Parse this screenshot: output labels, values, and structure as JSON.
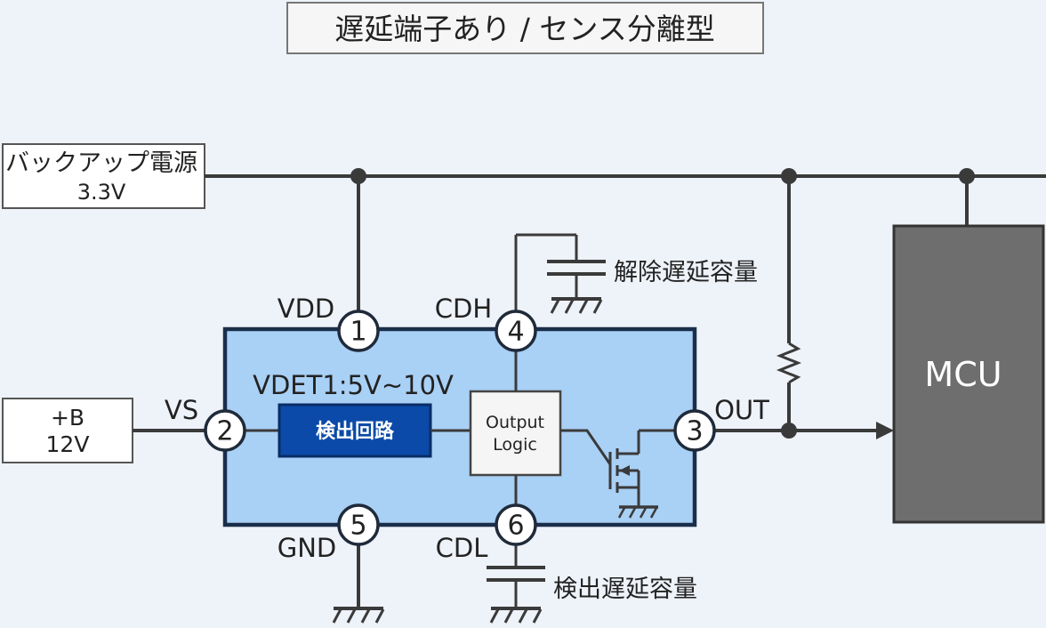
{
  "title": "遅延端子あり / センス分離型",
  "backup_supply": {
    "line1": "バックアップ電源",
    "line2": "3.3V"
  },
  "battery": {
    "line1": "+B",
    "line2": "12V"
  },
  "ic": {
    "vdet_label": "VDET1:5V~10V",
    "detector_label": "検出回路",
    "logic_line1": "Output",
    "logic_line2": "Logic"
  },
  "pins": [
    {
      "number": "1",
      "name": "VDD"
    },
    {
      "number": "2",
      "name": "VS"
    },
    {
      "number": "3",
      "name": "OUT"
    },
    {
      "number": "4",
      "name": "CDH"
    },
    {
      "number": "5",
      "name": "GND"
    },
    {
      "number": "6",
      "name": "CDL"
    }
  ],
  "capacitors": {
    "release_delay": "解除遅延容量",
    "detect_delay": "検出遅延容量"
  },
  "mcu_label": "MCU",
  "colors": {
    "background": "#eef2f9",
    "ic_fill": "#a9d0f5",
    "ic_border": "#1a2e4a",
    "detector_fill": "#0b4aa8",
    "mcu_fill": "#6e6e6e"
  }
}
